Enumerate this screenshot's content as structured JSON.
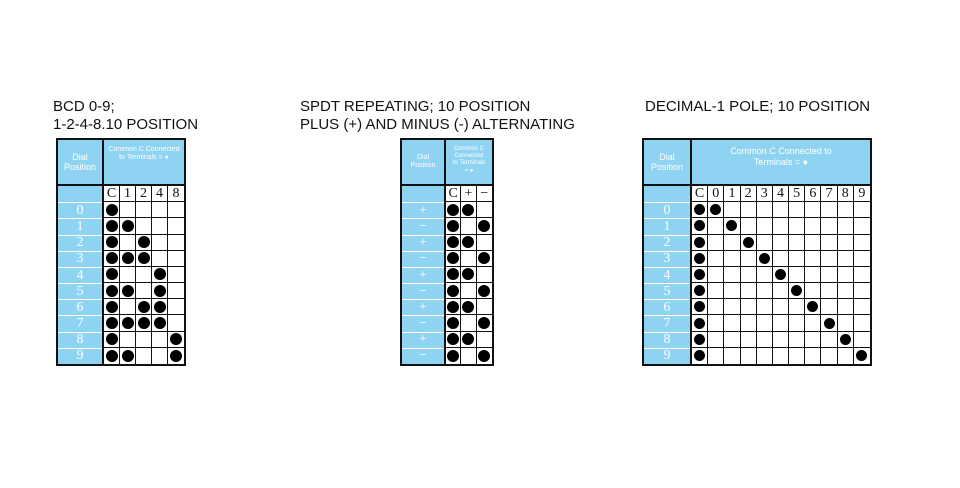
{
  "panels": [
    {
      "id": "bcd",
      "title_lines": [
        "BCD 0-9;",
        "1-2-4-8.10 POSITION"
      ],
      "header_dial": "Dial\nPosition",
      "header_common": "Common C Connected\nto Terminals  = ●",
      "terminals": [
        "C",
        "1",
        "2",
        "4",
        "8"
      ],
      "rows": [
        {
          "label": "0",
          "dots": [
            1,
            0,
            0,
            0,
            0
          ]
        },
        {
          "label": "1",
          "dots": [
            1,
            1,
            0,
            0,
            0
          ]
        },
        {
          "label": "2",
          "dots": [
            1,
            0,
            1,
            0,
            0
          ]
        },
        {
          "label": "3",
          "dots": [
            1,
            1,
            1,
            0,
            0
          ]
        },
        {
          "label": "4",
          "dots": [
            1,
            0,
            0,
            1,
            0
          ]
        },
        {
          "label": "5",
          "dots": [
            1,
            1,
            0,
            1,
            0
          ]
        },
        {
          "label": "6",
          "dots": [
            1,
            0,
            1,
            1,
            0
          ]
        },
        {
          "label": "7",
          "dots": [
            1,
            1,
            1,
            1,
            0
          ]
        },
        {
          "label": "8",
          "dots": [
            1,
            0,
            0,
            0,
            1
          ]
        },
        {
          "label": "9",
          "dots": [
            1,
            1,
            0,
            0,
            1
          ]
        }
      ]
    },
    {
      "id": "spdt",
      "title_lines": [
        "SPDT REPEATING; 10 POSITION",
        "PLUS (+) AND MINUS (-) ALTERNATING"
      ],
      "header_dial": "Dial\nPosition",
      "header_common": "Common C\nConnected\nto Terminals\n= ●",
      "terminals": [
        "C",
        "+",
        "−"
      ],
      "rows": [
        {
          "label": "+",
          "dots": [
            1,
            1,
            0
          ]
        },
        {
          "label": "−",
          "dots": [
            1,
            0,
            1
          ]
        },
        {
          "label": "+",
          "dots": [
            1,
            1,
            0
          ]
        },
        {
          "label": "−",
          "dots": [
            1,
            0,
            1
          ]
        },
        {
          "label": "+",
          "dots": [
            1,
            1,
            0
          ]
        },
        {
          "label": "−",
          "dots": [
            1,
            0,
            1
          ]
        },
        {
          "label": "+",
          "dots": [
            1,
            1,
            0
          ]
        },
        {
          "label": "−",
          "dots": [
            1,
            0,
            1
          ]
        },
        {
          "label": "+",
          "dots": [
            1,
            1,
            0
          ]
        },
        {
          "label": "−",
          "dots": [
            1,
            0,
            1
          ]
        }
      ]
    },
    {
      "id": "decimal",
      "title_lines": [
        "DECIMAL-1 POLE; 10 POSITION"
      ],
      "header_dial": "Dial\nPosition",
      "header_common": "Common C Connected to\nTerminals  = ●",
      "terminals": [
        "C",
        "0",
        "1",
        "2",
        "3",
        "4",
        "5",
        "6",
        "7",
        "8",
        "9"
      ],
      "rows": [
        {
          "label": "0",
          "dots": [
            1,
            1,
            0,
            0,
            0,
            0,
            0,
            0,
            0,
            0,
            0
          ]
        },
        {
          "label": "1",
          "dots": [
            1,
            0,
            1,
            0,
            0,
            0,
            0,
            0,
            0,
            0,
            0
          ]
        },
        {
          "label": "2",
          "dots": [
            1,
            0,
            0,
            1,
            0,
            0,
            0,
            0,
            0,
            0,
            0
          ]
        },
        {
          "label": "3",
          "dots": [
            1,
            0,
            0,
            0,
            1,
            0,
            0,
            0,
            0,
            0,
            0
          ]
        },
        {
          "label": "4",
          "dots": [
            1,
            0,
            0,
            0,
            0,
            1,
            0,
            0,
            0,
            0,
            0
          ]
        },
        {
          "label": "5",
          "dots": [
            1,
            0,
            0,
            0,
            0,
            0,
            1,
            0,
            0,
            0,
            0
          ]
        },
        {
          "label": "6",
          "dots": [
            1,
            0,
            0,
            0,
            0,
            0,
            0,
            1,
            0,
            0,
            0
          ]
        },
        {
          "label": "7",
          "dots": [
            1,
            0,
            0,
            0,
            0,
            0,
            0,
            0,
            1,
            0,
            0
          ]
        },
        {
          "label": "8",
          "dots": [
            1,
            0,
            0,
            0,
            0,
            0,
            0,
            0,
            0,
            1,
            0
          ]
        },
        {
          "label": "9",
          "dots": [
            1,
            0,
            0,
            0,
            0,
            0,
            0,
            0,
            0,
            0,
            1
          ]
        }
      ]
    }
  ]
}
